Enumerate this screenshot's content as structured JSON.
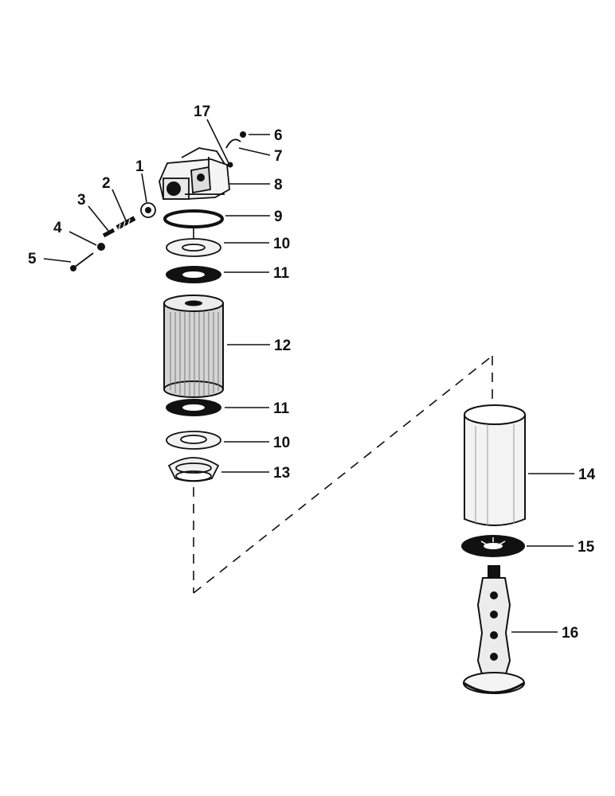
{
  "callouts": {
    "c1": "1",
    "c2": "2",
    "c3": "3",
    "c4": "4",
    "c5": "5",
    "c6": "6",
    "c7": "7",
    "c8": "8",
    "c9": "9",
    "c10a": "10",
    "c11a": "11",
    "c12": "12",
    "c11b": "11",
    "c10b": "10",
    "c13": "13",
    "c14": "14",
    "c15": "15",
    "c16": "16",
    "c17": "17"
  }
}
